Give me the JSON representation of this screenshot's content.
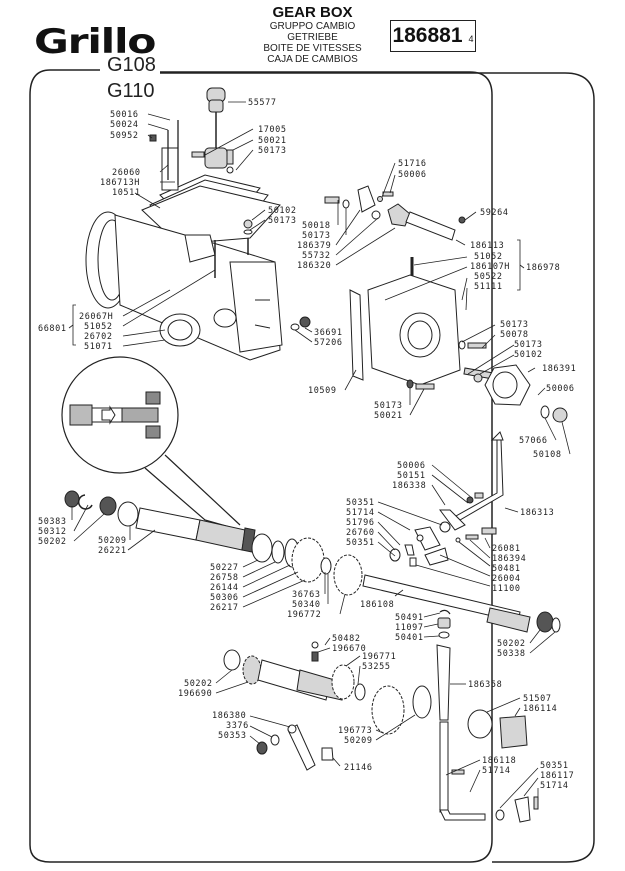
{
  "header": {
    "brand": "Grillo",
    "title": "GEAR BOX",
    "subtitles": [
      "GRUPPO CAMBIO",
      "GETRIEBE",
      "BOITE DE VITESSES",
      "CAJA DE CAMBIOS"
    ],
    "drawing_number": "186881",
    "sheet": "4",
    "models": [
      "G108",
      "G110"
    ]
  },
  "labels": {
    "l55577": "55577",
    "l50016": "50016",
    "l50024": "50024",
    "l50952": "50952",
    "l17005": "17005",
    "l50021a": "50021",
    "l50173a": "50173",
    "l26060": "26060",
    "l186713H": "186713H",
    "l10511": "10511",
    "l50102a": "50102",
    "l50173b": "50173",
    "l51716": "51716",
    "l50006a": "50006",
    "l50018": "50018",
    "l50173c": "50173",
    "l186379": "186379",
    "l55732": "55732",
    "l186320": "186320",
    "l59264": "59264",
    "l186113": "186113",
    "l51052a": "51052",
    "l186107H": "186107H",
    "l50522": "50522",
    "l51111": "51111",
    "l186978": "186978",
    "l66801": "66801",
    "l26067H": "26067H",
    "l51052b": "51052",
    "l26702": "26702",
    "l51071": "51071",
    "l36691": "36691",
    "l57206": "57206",
    "l10509": "10509",
    "l50173d": "50173",
    "l50021b": "50021",
    "l50173e": "50173",
    "l50078": "50078",
    "l50173f": "50173",
    "l50102b": "50102",
    "l186391": "186391",
    "l50006b": "50006",
    "l57066": "57066",
    "l50108": "50108",
    "l50006c": "50006",
    "l50151": "50151",
    "l186338": "186338",
    "l186313": "186313",
    "l50351a": "50351",
    "l51714a": "51714",
    "l51796": "51796",
    "l26760": "26760",
    "l50351b": "50351",
    "l26081": "26081",
    "l186394": "186394",
    "l50481": "50481",
    "l26004": "26004",
    "l11100": "11100",
    "l50383": "50383",
    "l50312": "50312",
    "l50202a": "50202",
    "l50209a": "50209",
    "l26221": "26221",
    "l50227": "50227",
    "l26758": "26758",
    "l26144": "26144",
    "l50306": "50306",
    "l26217": "26217",
    "l36763": "36763",
    "l50340": "50340",
    "l196772": "196772",
    "l186108": "186108",
    "l50491": "50491",
    "l11097": "11097",
    "l50401": "50401",
    "l50202b": "50202",
    "l50338": "50338",
    "l50482": "50482",
    "l196670": "196670",
    "l196771": "196771",
    "l53255": "53255",
    "l50202c": "50202",
    "l196690": "196690",
    "l186358": "186358",
    "l51507": "51507",
    "l186114": "186114",
    "l186380": "186380",
    "l3376": "3376",
    "l50353": "50353",
    "l196773": "196773",
    "l50209b": "50209",
    "l21146": "21146",
    "l186118": "186118",
    "l51714b": "51714",
    "l50351c": "50351",
    "l186117": "186117",
    "l51714c": "51714"
  }
}
